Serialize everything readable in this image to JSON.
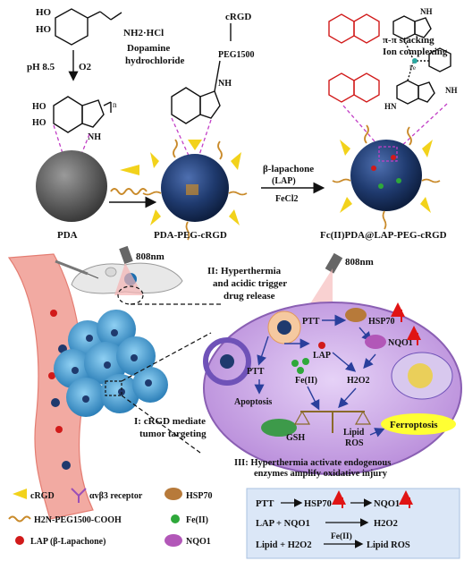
{
  "top": {
    "monomer_label_1": "HO",
    "monomer_label_2": "HO",
    "monomer_amine": "NH2·HCl",
    "monomer_name_1": "Dopamine",
    "monomer_name_2": "hydrochloride",
    "condition": "pH 8.5",
    "condition_o2": "O2",
    "pda_oh_1": "HO",
    "pda_oh_2": "HO",
    "pda_nh": "NH",
    "pda_n": "n",
    "pda_label": "PDA",
    "peg_label": "PEG1500",
    "crgd_top": "cRGD",
    "peg_nh": "NH",
    "pda_peg_label": "PDA-PEG-cRGD",
    "lap_reagent": "β-lapachone",
    "lap_abbr": "(LAP)",
    "fe_reagent": "FeCl2",
    "final_label": "Fc(II)PDA@LAP-PEG-cRGD",
    "stacking_1": "π-π stacking",
    "stacking_2": "Ion complexing",
    "complex_nh_1": "NH",
    "complex_nh_2": "NH",
    "complex_nh_3": "HN",
    "complex_fe": "Fe"
  },
  "bottom": {
    "laser_left": "808nm",
    "laser_right": "808nm",
    "stage1_line1": "I: cRGD mediate",
    "stage1_line2": "tumor targeting",
    "stage2_line1": "II: Hyperthermia",
    "stage2_line2": "and acidic trigger",
    "stage2_line3": "drug release",
    "stage3_line1": "III: Hyperthermia activate endogenous",
    "stage3_line2": "enzymes amplify oxidative injury",
    "ptt_1": "PTT",
    "ptt_2": "PTT",
    "hsp70": "HSP70",
    "lap": "LAP",
    "nqo1": "NQO1",
    "fe2": "Fe(II)",
    "h2o2": "H2O2",
    "apoptosis": "Apoptosis",
    "gsh": "GSH",
    "lipid_ros_1": "Lipid",
    "lipid_ros_2": "ROS",
    "ferroptosis": "Ferroptosis"
  },
  "legend": {
    "crgd": "cRGD",
    "receptor": "αvβ3 receptor",
    "hsp70": "HSP70",
    "peg": "H2N-PEG1500-COOH",
    "fe2": "Fe(II)",
    "lap": "LAP (β-Lapachone)",
    "nqo1": "NQO1",
    "eq1_a": "PTT",
    "eq1_b": "HSP70",
    "eq1_c": "NQO1",
    "eq2_a": "LAP + NQO1",
    "eq2_b": "H2O2",
    "eq3_a": "Lipid + H2O2",
    "eq3_cat": "Fe(II)",
    "eq3_b": "Lipid ROS"
  },
  "colors": {
    "nanoparticle": "#1f3a6e",
    "pda_core": "#555555",
    "crgd": "#f2d21b",
    "peg": "#c98a2a",
    "lap_red": "#d11a1a",
    "fe_green": "#2ea83a",
    "cell": "#c9a6e8",
    "nucleus": "#6f52b8",
    "vessel": "#f2aaa2",
    "tumor": "#4aa3d8",
    "legend_bg": "#dbe7f7",
    "ferroptosis": "#ffff33",
    "up_arrow": "#e01414",
    "magenta_dash": "#c23fc6"
  }
}
